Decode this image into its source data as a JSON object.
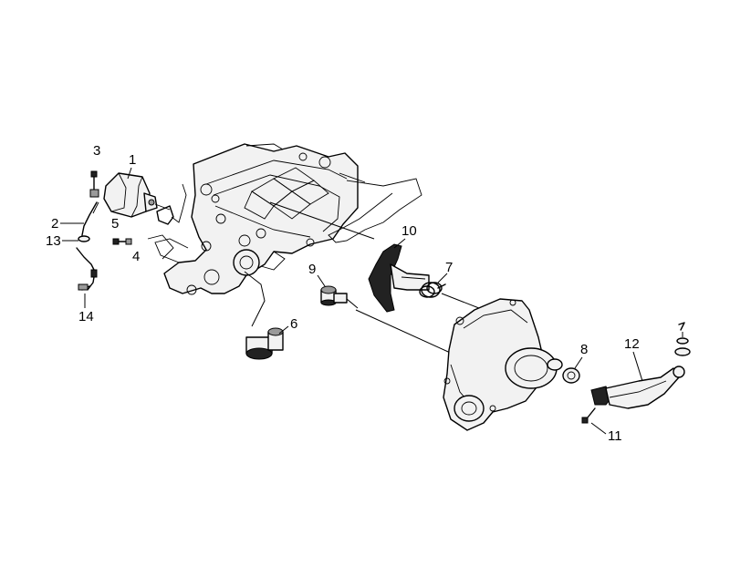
{
  "callouts": [
    {
      "id": "p1",
      "label": "1"
    },
    {
      "id": "p2",
      "label": "2"
    },
    {
      "id": "p3",
      "label": "3"
    },
    {
      "id": "p4",
      "label": "4"
    },
    {
      "id": "p5",
      "label": "5"
    },
    {
      "id": "p6",
      "label": "6"
    },
    {
      "id": "p7",
      "label": "7"
    },
    {
      "id": "p8",
      "label": "8"
    },
    {
      "id": "p9",
      "label": "9"
    },
    {
      "id": "p10",
      "label": "10"
    },
    {
      "id": "p11",
      "label": "11"
    },
    {
      "id": "p12",
      "label": "12"
    },
    {
      "id": "p13",
      "label": "13"
    },
    {
      "id": "p14",
      "label": "14"
    }
  ]
}
